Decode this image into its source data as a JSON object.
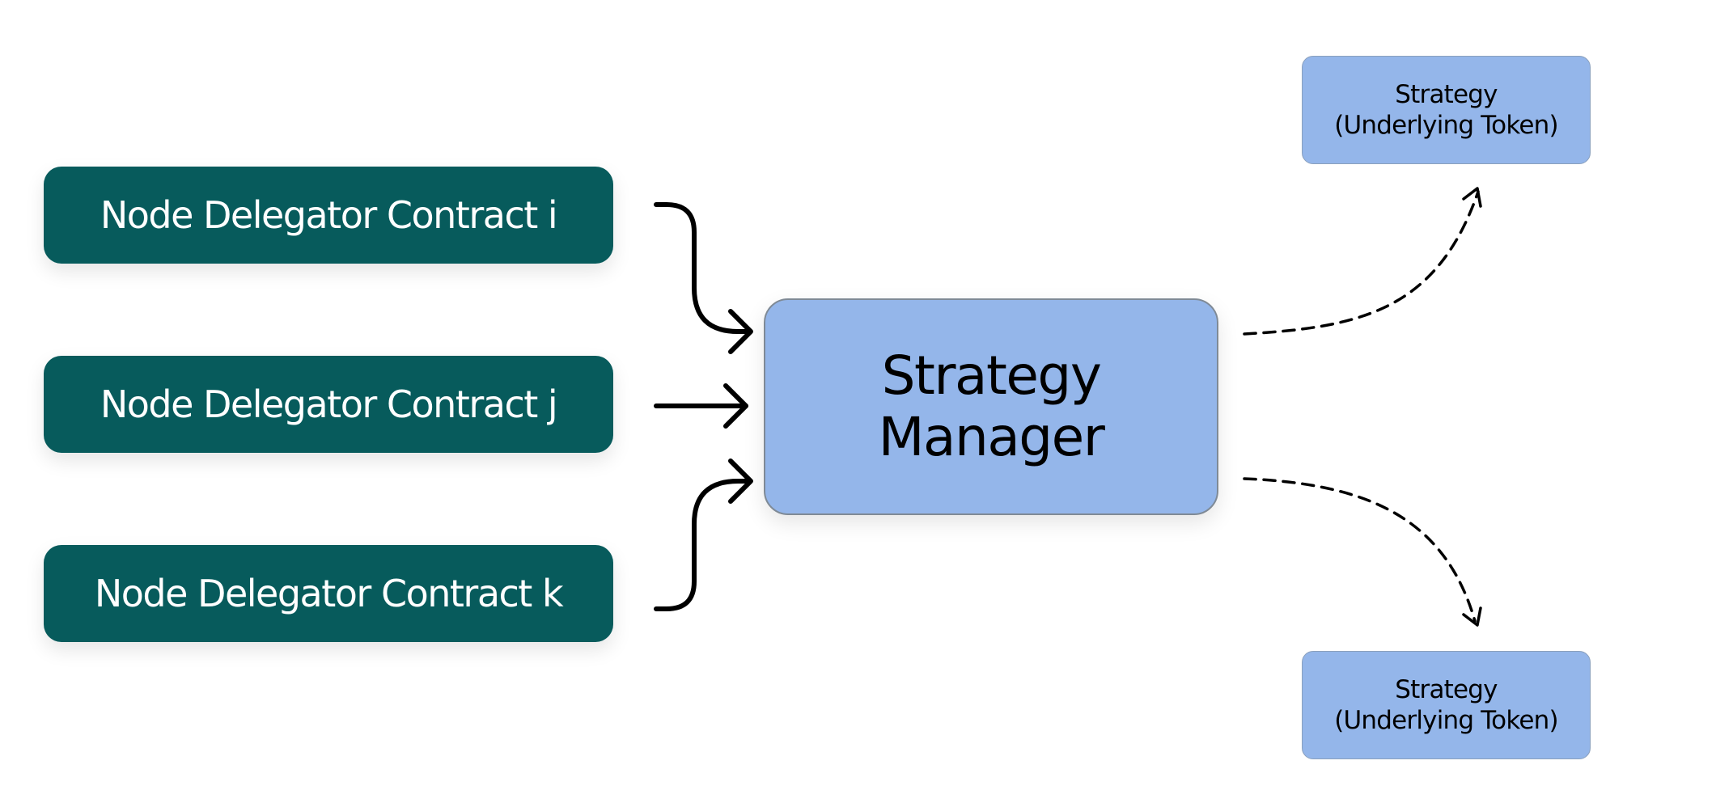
{
  "nodes": [
    {
      "id": "i",
      "label": "Node Delegator Contract i"
    },
    {
      "id": "j",
      "label": "Node Delegator Contract j"
    },
    {
      "id": "k",
      "label": "Node Delegator Contract k"
    }
  ],
  "manager": {
    "line1": "Strategy",
    "line2": "Manager"
  },
  "strategies": [
    {
      "line1": "Strategy",
      "line2": "(Underlying Token)"
    },
    {
      "line1": "Strategy",
      "line2": "(Underlying Token)"
    }
  ],
  "colors": {
    "node_fill": "#075b5c",
    "node_text": "#ffffff",
    "manager_fill": "#94b6ea",
    "strategy_fill": "#94b6ea",
    "arrow": "#000000"
  }
}
